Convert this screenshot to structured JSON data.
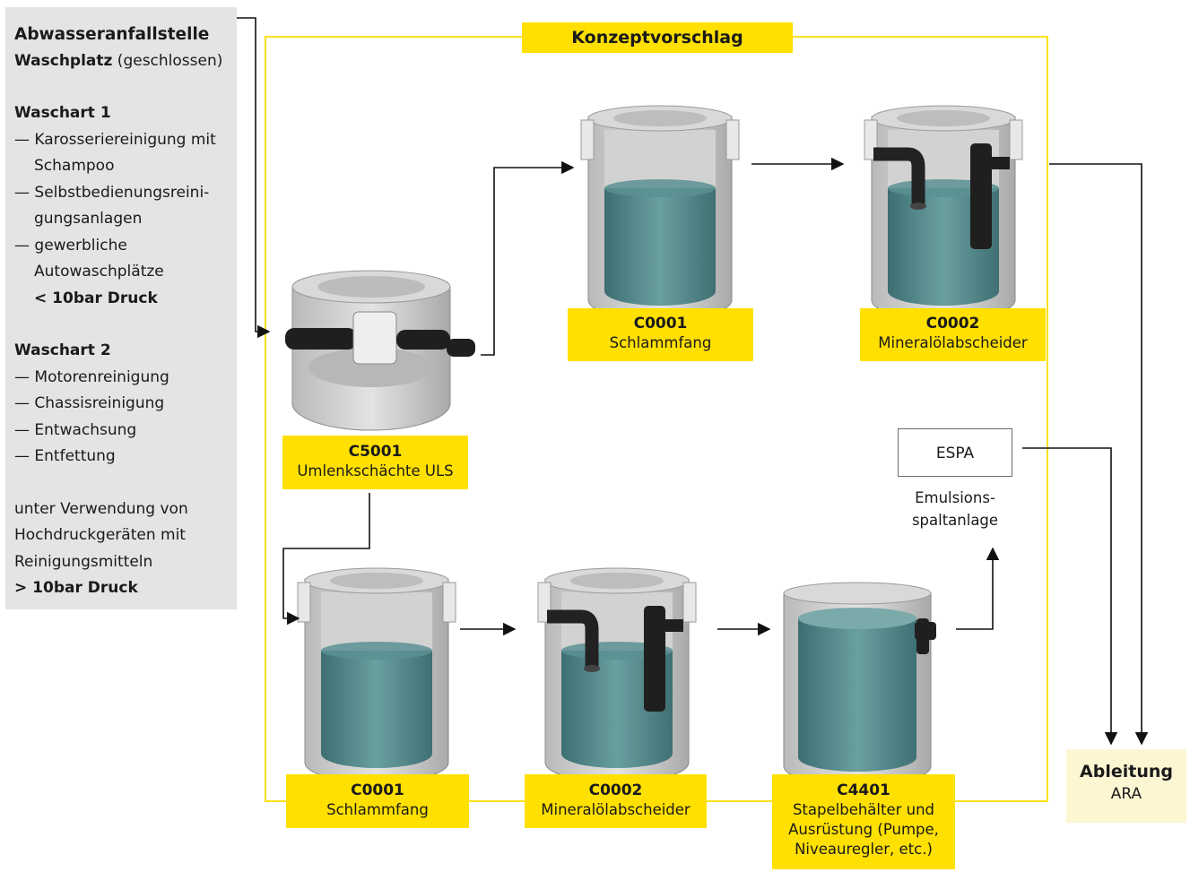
{
  "sidebar": {
    "title": "Abwasseranfallstelle",
    "subtitle_bold": "Waschplatz",
    "subtitle_rest": " (geschlossen)",
    "waschart1": {
      "heading": "Waschart 1",
      "items": [
        "— Karosseriereinigung mit Schampoo",
        "— Selbstbedienungsreini-gungsanlagen",
        "— gewerbliche Autowaschplätze"
      ],
      "pressure": "< 10bar Druck"
    },
    "waschart2": {
      "heading": "Waschart 2",
      "items": [
        "— Motorenreinigung",
        "— Chassisreinigung",
        "— Entwachsung",
        "— Entfettung"
      ]
    },
    "note_lines": [
      "unter Verwendung von",
      "Hochdruckgeräten mit",
      "Reinigungsmitteln"
    ],
    "note_pressure": "> 10bar Druck"
  },
  "concept_title": "Konzeptvorschlag",
  "units": {
    "c5001": {
      "code": "C5001",
      "name": "Umlenkschächte ULS"
    },
    "top_c0001": {
      "code": "C0001",
      "name": "Schlammfang"
    },
    "top_c0002": {
      "code": "C0002",
      "name": "Mineralölabscheider"
    },
    "bot_c0001": {
      "code": "C0001",
      "name": "Schlammfang"
    },
    "bot_c0002": {
      "code": "C0002",
      "name": "Mineralölabscheider"
    },
    "c4401": {
      "code": "C4401",
      "name_lines": [
        "Stapelbehälter und",
        "Ausrüstung (Pumpe,",
        "Niveauregler, etc.)"
      ]
    }
  },
  "espa": {
    "label": "ESPA",
    "sub_lines": [
      "Emulsions-",
      "spaltanlage"
    ]
  },
  "outlet": {
    "title": "Ableitung",
    "sub": "ARA"
  },
  "colors": {
    "yellow": "#ffe000",
    "frame": "#f9e21b",
    "sidebar": "#e4e4e4",
    "outlet": "#fdf6d3",
    "water": "#4f8a8b"
  }
}
